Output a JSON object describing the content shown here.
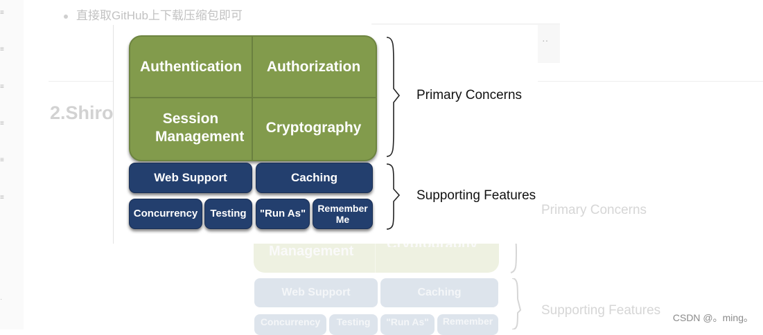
{
  "background": {
    "bullet_text": "直接取GitHub上下载压缩包即可",
    "code_ellipsis": "··",
    "section_title": "2.Shiro",
    "primary_label": "Primary Concerns",
    "supporting_label": "Supporting Features",
    "ghost_management": "Management",
    "ghost_cryptography": "Cryptography",
    "ghost_web_support": "Web Support",
    "ghost_caching": "Caching",
    "ghost_concurrency": "Concurrency",
    "ghost_testing": "Testing",
    "ghost_run_as": "\"Run As\"",
    "ghost_remember": "Remember"
  },
  "diagram": {
    "primary": {
      "cells": [
        "Authentication",
        "Authorization",
        "Session Management",
        "Cryptography"
      ],
      "label": "Primary Concerns"
    },
    "supporting": {
      "row1": [
        "Web Support",
        "Caching"
      ],
      "row2": [
        "Concurrency",
        "Testing",
        "\"Run As\"",
        "Remember Me"
      ],
      "label": "Supporting Features"
    },
    "colors": {
      "primary_fill": "#829b4c",
      "supporting_fill": "#233f6e"
    }
  },
  "watermark": "CSDN @。ming。"
}
